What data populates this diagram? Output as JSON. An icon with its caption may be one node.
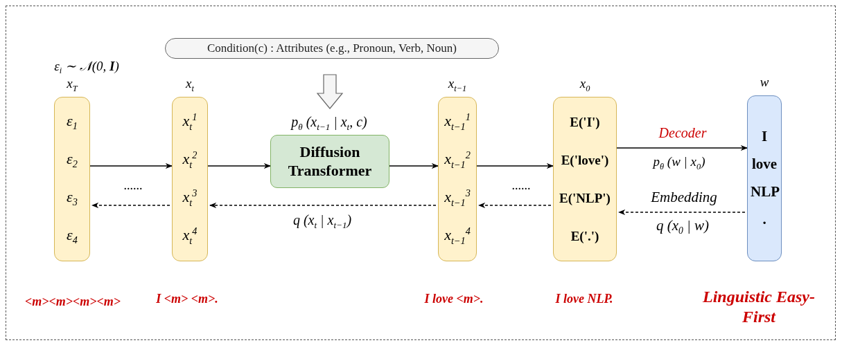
{
  "diagram": {
    "nodes": [
      {
        "text": [
          "Condition(c) : Attributes (e.g., Pronoun, Verb, Noun)"
        ]
      },
      {
        "text": [
          "x$_{T}$",
          "ε$_{1}$",
          "ε$_{2}$",
          "ε$_{3}$",
          "ε$_{4}$"
        ],
        "beside": [
          "<m><m><m><m>"
        ]
      },
      {
        "text": [
          "x$_{t}$",
          "x$_{t}$$^{1}$",
          "x$_{t}$$^{2}$",
          "x$_{t}$$^{3}$",
          "x$_{t}$$^{4}$"
        ],
        "beside": [
          "I <m> <m>."
        ]
      },
      {
        "text": [
          "Diffusion Transformer"
        ],
        "beside": [
          "p$_{θ}$ (x$_{t−1}$ | x$_{t}$, c)"
        ]
      },
      {
        "text": [
          "x$_{t−1}$",
          "x$_{t−1}$$^{1}$",
          "x$_{t−1}$$^{2}$",
          "x$_{t−1}$$^{3}$",
          "x$_{t−1}$$^{4}$"
        ],
        "beside": [
          "I love <m>."
        ]
      },
      {
        "text": [
          "x$_{0}$",
          "E('I')",
          "E('love')",
          "E('NLP')",
          "E('.')"
        ],
        "beside": [
          "I love NLP."
        ]
      },
      {
        "text": [
          "w",
          "I love NLP ."
        ],
        "beside": [
          "Linguistic Easy-First"
        ]
      }
    ],
    "edges": [
      {
        "from": 0,
        "to": 3,
        "arrow": "to",
        "style": "thick"
      },
      {
        "from": 1,
        "to": 2,
        "arrow": "to"
      },
      {
        "from": 2,
        "to": 1,
        "arrow": "to",
        "style": "dashed"
      },
      {
        "from": 2,
        "to": 3,
        "arrow": "to"
      },
      {
        "from": 3,
        "to": 4,
        "arrow": "to"
      },
      {
        "from": 4,
        "to": 2,
        "arrow": "to",
        "style": "dashed",
        "label": "q (x$_{t}$ | x$_{t−1}$)"
      },
      {
        "from": 4,
        "to": 5,
        "arrow": "to"
      },
      {
        "from": 5,
        "to": 4,
        "arrow": "to",
        "style": "dashed"
      },
      {
        "from": 5,
        "to": 6,
        "arrow": "to",
        "label": "Decoder"
      },
      {
        "from": 6,
        "to": 5,
        "arrow": "to",
        "style": "dashed",
        "label": "Embedding"
      }
    ],
    "labels": [
      "ε$_{i}$ ∼ 𝒩(0, **I**)",
      "......",
      "......",
      "p$_{θ}$ (w | x$_{0}$)",
      "q (x$_{0}$ | w)"
    ]
  }
}
